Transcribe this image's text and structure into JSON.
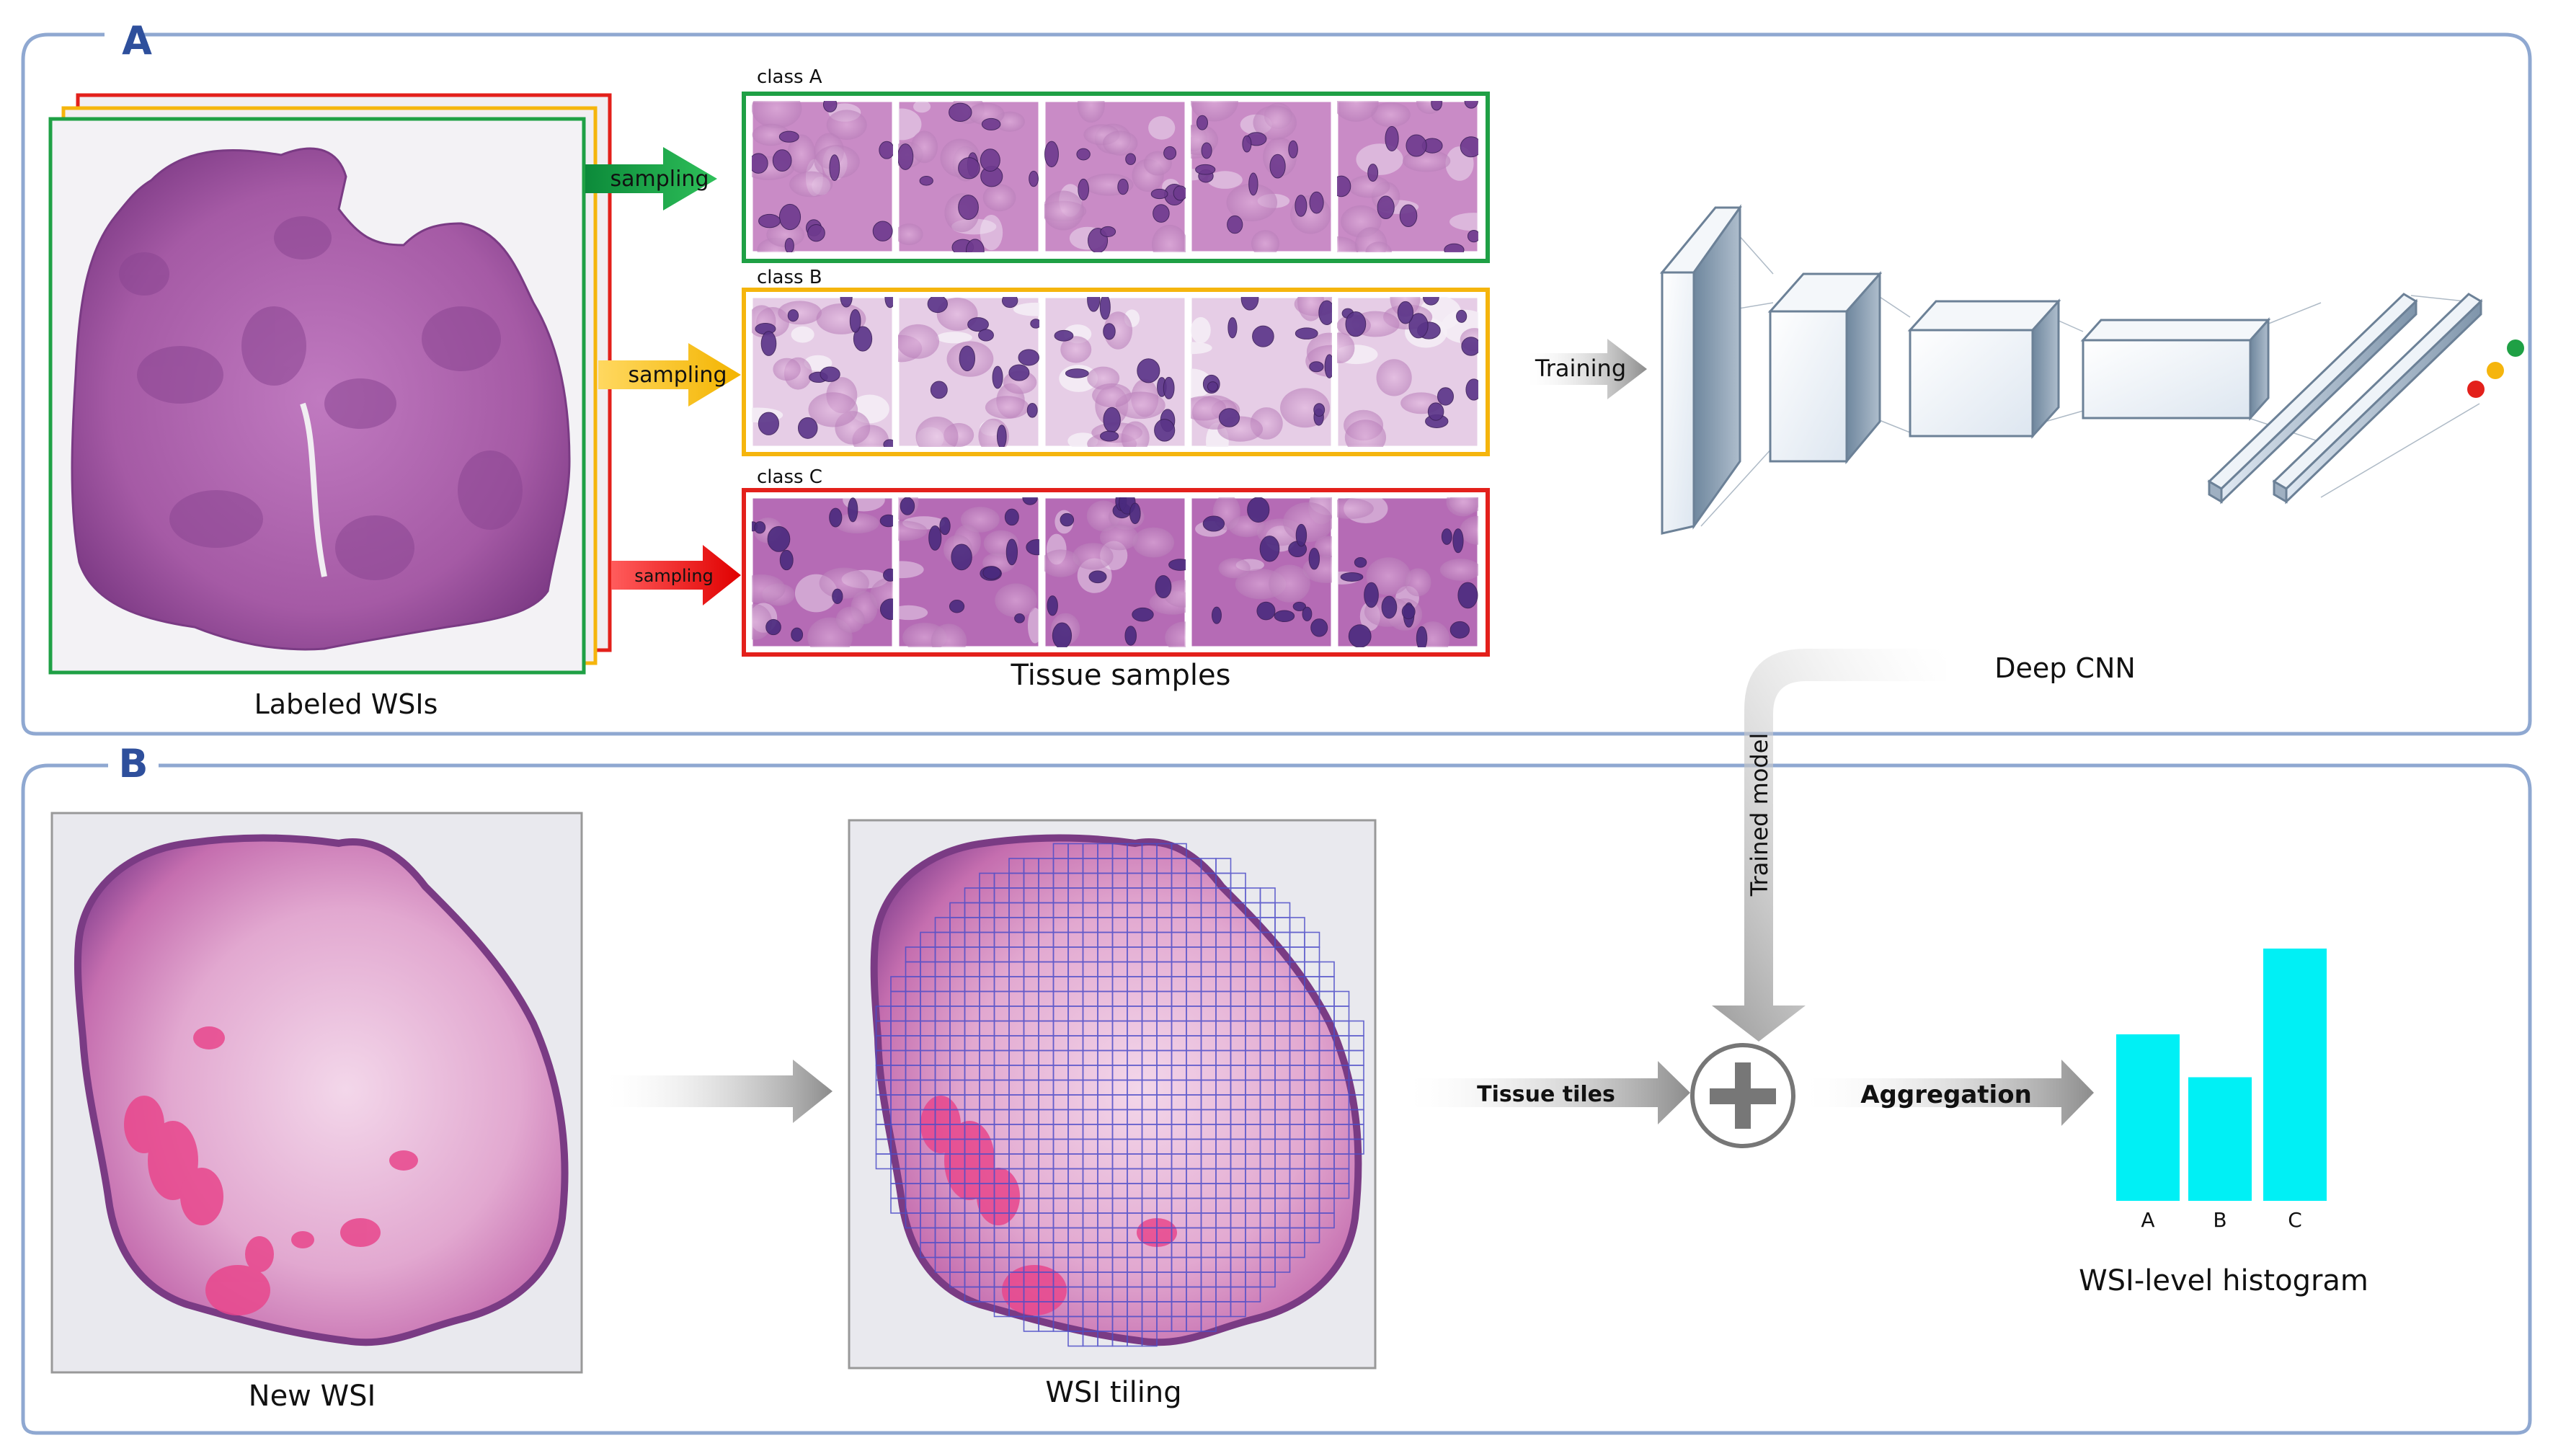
{
  "panel_a": {
    "letter": "A",
    "caption_wsis": "Labeled WSIs",
    "caption_samples": "Tissue samples",
    "caption_cnn": "Deep CNN",
    "training_label": "Training",
    "sampling_labels": [
      "sampling",
      "sampling",
      "sampling"
    ],
    "classes": [
      {
        "label": "class A",
        "color": "#1fa045"
      },
      {
        "label": "class B",
        "color": "#f5b50d"
      },
      {
        "label": "class C",
        "color": "#e3201b"
      }
    ],
    "tiles_per_class": 5,
    "output_dots": [
      "#e3201b",
      "#f5b50d",
      "#1fa045"
    ]
  },
  "panel_b": {
    "letter": "B",
    "caption_new_wsi": "New WSI",
    "caption_tiling": "WSI tiling",
    "caption_histogram": "WSI-level histogram",
    "trained_model_label": "Trained model",
    "tissue_tiles_label": "Tissue tiles",
    "aggregation_label": "Aggregation"
  },
  "colors": {
    "panel_border": "#8fa8d1",
    "panel_letter": "#2e4f9c",
    "arrow_grey": "#9a9a9a",
    "histogram_bar": "#00f0f5",
    "tissue_purple": "#a6549f",
    "tissue_pink": "#e2559a",
    "tiling_grid": "#4d4dc8"
  },
  "chart_data": {
    "type": "bar",
    "categories": [
      "A",
      "B",
      "C"
    ],
    "values": [
      0.66,
      0.49,
      1.0
    ],
    "xlabel": "",
    "ylabel": "",
    "title": "WSI-level histogram"
  }
}
